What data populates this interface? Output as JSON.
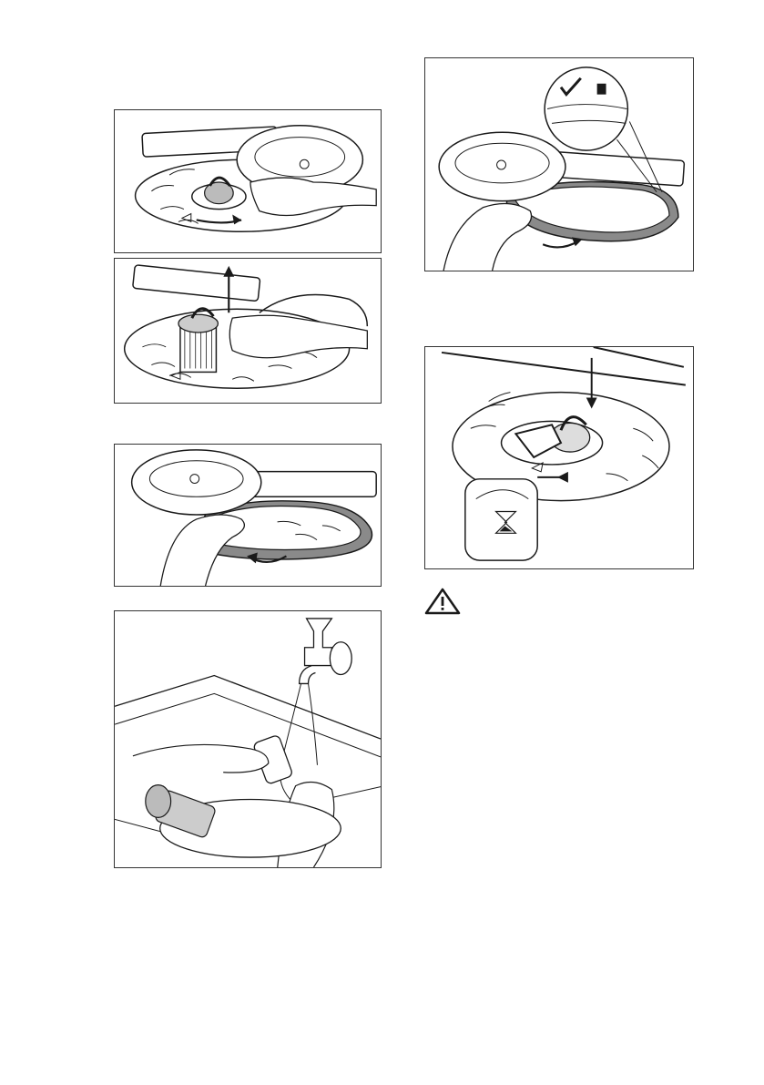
{
  "page": {
    "background": "#ffffff",
    "line_color": "#1a1a1a",
    "shade_color": "#8a8a8a"
  },
  "figures": [
    {
      "id": "fig-1",
      "depicts": "filter-unlock-turn-icon"
    },
    {
      "id": "fig-2",
      "depicts": "filter-lift-out-icon"
    },
    {
      "id": "fig-3",
      "depicts": "flat-filter-remove-icon"
    },
    {
      "id": "fig-4",
      "depicts": "rinse-filter-under-tap-icon"
    },
    {
      "id": "fig-5",
      "depicts": "flat-filter-reinsert-check-icon"
    },
    {
      "id": "fig-6",
      "depicts": "filter-lock-turn-icon"
    }
  ],
  "warning": {
    "icon": "warning-triangle-icon"
  }
}
